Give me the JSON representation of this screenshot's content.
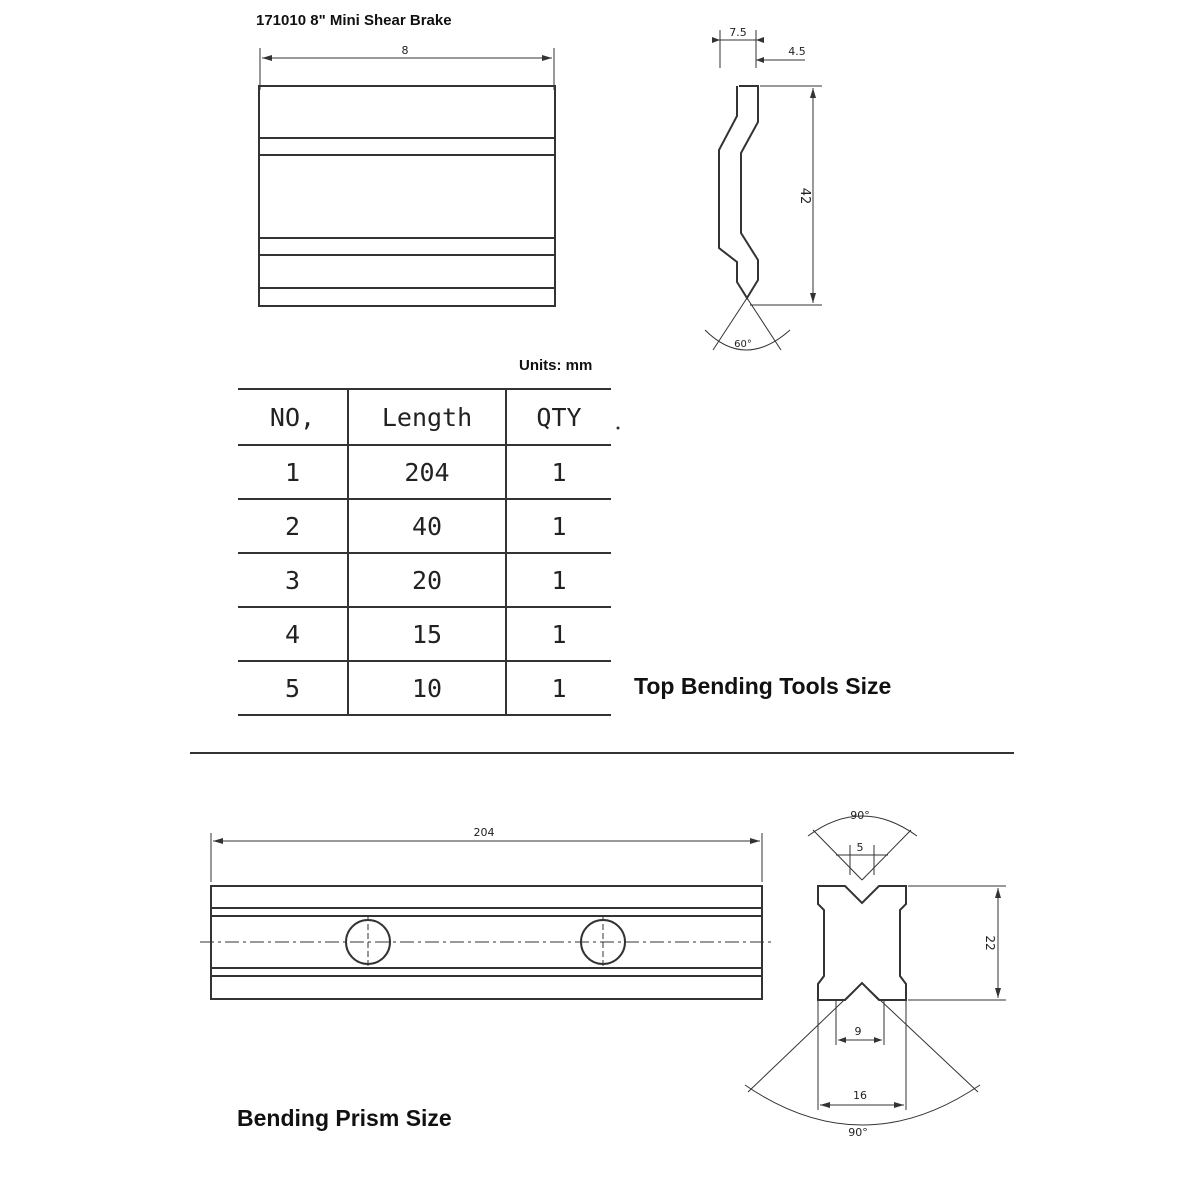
{
  "title": "171010 8\" Mini Shear Brake",
  "units": "Units: mm",
  "table": {
    "headers": [
      "NO,",
      "Length",
      "QTY"
    ],
    "rows": [
      [
        "1",
        "204",
        "1"
      ],
      [
        "2",
        "40",
        "1"
      ],
      [
        "3",
        "20",
        "1"
      ],
      [
        "4",
        "15",
        "1"
      ],
      [
        "5",
        "10",
        "1"
      ]
    ]
  },
  "labels": {
    "top_tools": "Top Bending Tools Size",
    "prism": "Bending Prism Size"
  },
  "dims": {
    "top_width": "8",
    "profile_thickness": "7.5",
    "profile_offset": "4.5",
    "profile_height": "42",
    "tip_angle": "60°",
    "prism_length": "204",
    "prism_top_angle": "90°",
    "prism_top_width": "5",
    "prism_height": "22",
    "prism_bottom_inner": "9",
    "prism_bottom_outer": "16",
    "prism_bottom_angle": "90°"
  }
}
